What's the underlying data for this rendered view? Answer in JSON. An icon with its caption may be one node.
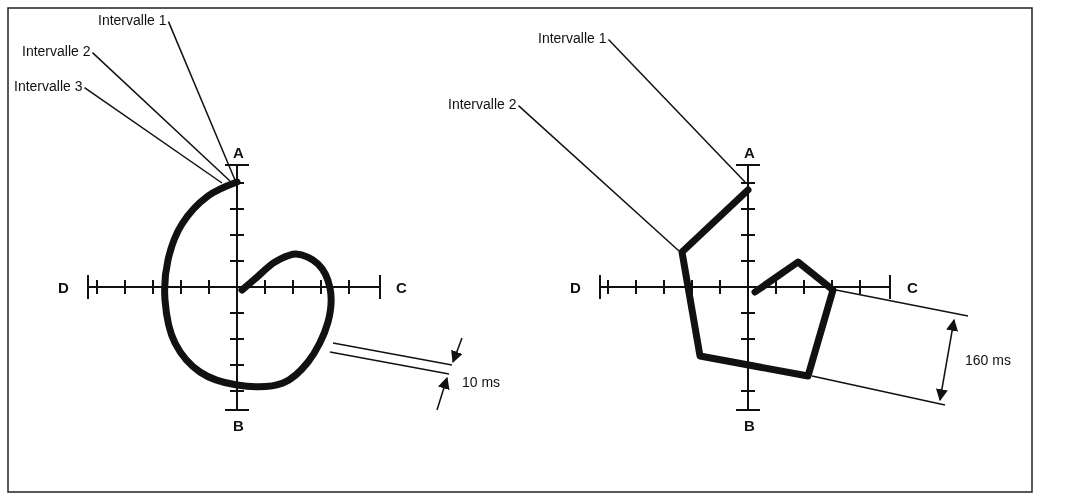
{
  "diagram": {
    "nodes": [
      {
        "text": [
          "Intervalle 1"
        ]
      },
      {
        "text": [
          "Intervalle 2"
        ]
      },
      {
        "text": [
          "Intervalle 3"
        ]
      },
      {
        "text": [
          "Intervalle 1"
        ]
      },
      {
        "text": [
          "Intervalle 2"
        ]
      },
      {
        "text": [],
        "shape": "curve"
      },
      {
        "text": [],
        "shape": "polygon"
      }
    ],
    "edges": [
      {
        "from": 0,
        "to": 5,
        "arrow": "none"
      },
      {
        "from": 1,
        "to": 5,
        "arrow": "none"
      },
      {
        "from": 2,
        "to": 5,
        "arrow": "none"
      },
      {
        "from": 3,
        "to": 6,
        "arrow": "none"
      },
      {
        "from": 4,
        "to": 6,
        "arrow": "none"
      }
    ],
    "labels": [
      "A",
      "D",
      "C",
      "B",
      "10 ms",
      "A",
      "D",
      "C",
      "B",
      "160 ms"
    ]
  }
}
